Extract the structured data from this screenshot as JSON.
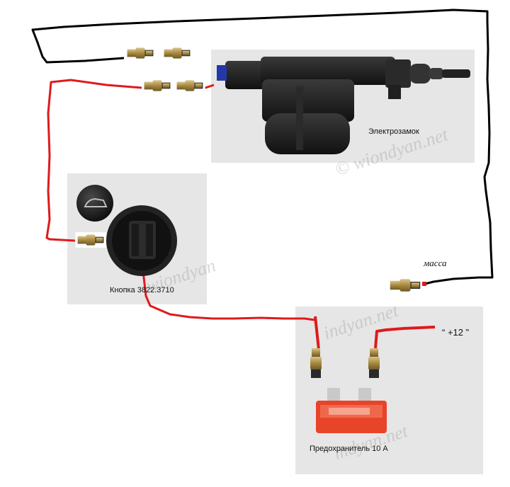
{
  "labels": {
    "lock": "Электрозамок",
    "button": "Кнопка 3822.3710",
    "ground": "масса",
    "plus12": "“ +12 ”",
    "fuse": "Предохранитель 10 А"
  },
  "watermarks": {
    "lock": "© wiondyan.net",
    "button": "wiondyan",
    "fuse_top": "indyan.net",
    "fuse_bottom": "mdyan.net"
  },
  "colors": {
    "wire_red": "#e0191b",
    "wire_black": "#000000",
    "panel_bg": "#e6e6e6",
    "fuse_red": "#e8442a",
    "body_black": "#1c1c1c",
    "brass": "#b89a52"
  },
  "icons": {
    "lock": "car-door-lock-actuator",
    "button": "trunk-button",
    "fuse": "blade-fuse",
    "connector": "spade-connector"
  }
}
